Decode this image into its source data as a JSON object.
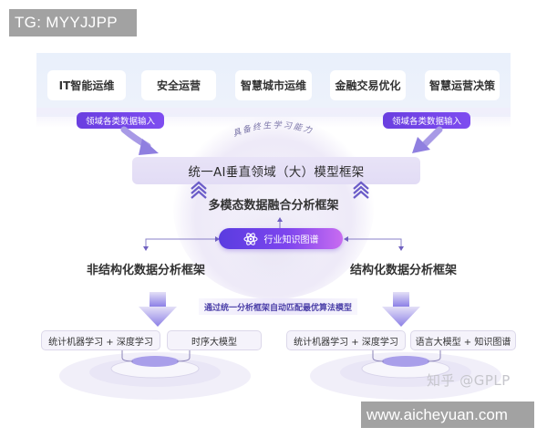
{
  "watermarks": {
    "top_left": "TG: MYYJJPP",
    "zhihu": "知乎 @GPLP",
    "site": "www.aicheyuan.com"
  },
  "domains": [
    {
      "label": "IT智能运维"
    },
    {
      "label": "安全运营"
    },
    {
      "label": "智慧城市运维"
    },
    {
      "label": "金融交易优化"
    },
    {
      "label": "智慧运营决策"
    }
  ],
  "inputs": {
    "left": "领域各类数据输入",
    "right": "领域各类数据输入"
  },
  "lifelong_learning": "具备终生学习能力",
  "unified_framework": "统一AI垂直领域（大）模型框架",
  "fusion_framework": "多模态数据融合分析框架",
  "knowledge_graph": {
    "label": "行业知识图谱",
    "icon": "atom-icon"
  },
  "unstructured": {
    "label": "非结构化数据分析框架",
    "models": [
      "统计机器学习 + 深度学习",
      "时序大模型"
    ]
  },
  "structured": {
    "label": "结构化数据分析框架",
    "models": [
      "统计机器学习 + 深度学习",
      "语言大模型 + 知识图谱"
    ]
  },
  "auto_match": "通过统一分析框架自动匹配最优算法模型",
  "colors": {
    "accent_purple": "#6a3fe0",
    "pill_gradient_end": "#c86cf0",
    "band_blue": "#e9f0fb",
    "lavender": "#e2dcf5"
  }
}
